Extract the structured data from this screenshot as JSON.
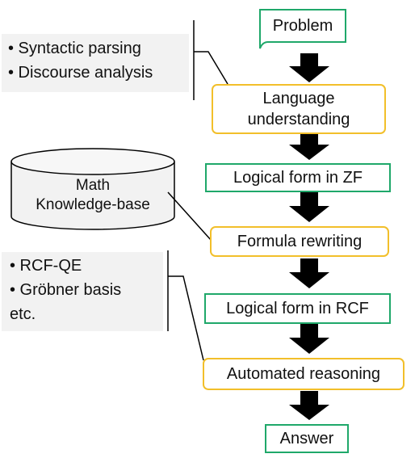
{
  "flow": {
    "problem": "Problem",
    "language_understanding_1": "Language",
    "language_understanding_2": "understanding",
    "logical_form_zf": "Logical form in ZF",
    "formula_rewriting": "Formula rewriting",
    "logical_form_rcf": "Logical form in RCF",
    "automated_reasoning": "Automated reasoning",
    "answer": "Answer"
  },
  "notes": {
    "language": [
      "• Syntactic parsing",
      "• Discourse analysis"
    ],
    "reasoning": [
      "• RCF-QE",
      "• Gröbner basis",
      "etc."
    ]
  },
  "knowledge_base": {
    "line1": "Math",
    "line2": "Knowledge-base"
  },
  "colors": {
    "data_box_border": "#1fa86a",
    "process_box_border": "#f2bf2a",
    "note_background": "#f2f2f2",
    "arrow": "#000000"
  }
}
